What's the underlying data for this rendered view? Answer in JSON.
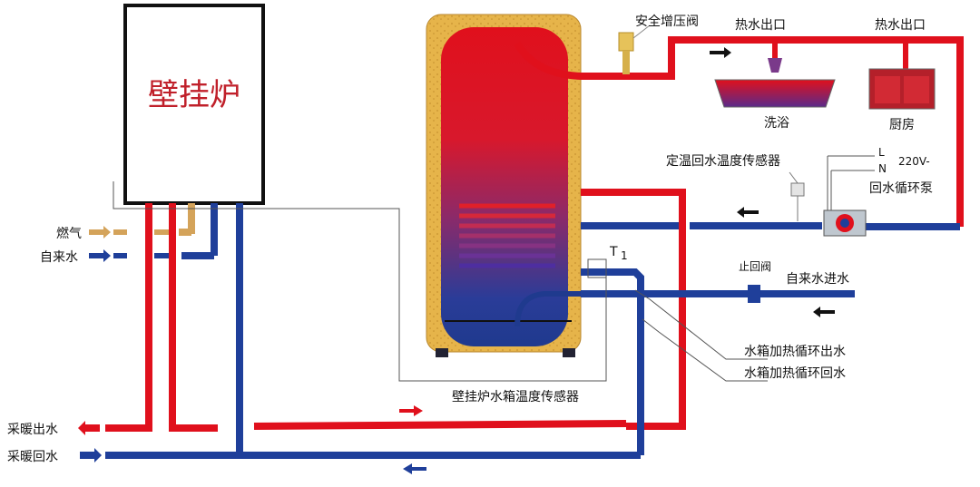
{
  "boiler": {
    "name": "壁挂炉"
  },
  "inputs": {
    "gas": "燃气",
    "tap_water": "自来水"
  },
  "heating": {
    "supply": "采暖出水",
    "return": "采暖回水"
  },
  "outlets": {
    "safety_valve": "安全增压阀",
    "hot_water_outlet_1": "热水出口",
    "hot_water_outlet_2": "热水出口",
    "bath": "洗浴",
    "kitchen": "厨房"
  },
  "circulation": {
    "return_temp_sensor": "定温回水温度传感器",
    "power_L": "L",
    "power_N": "N",
    "voltage": "220V-",
    "pump": "回水循环泵"
  },
  "tank": {
    "sensor_label": "T",
    "sensor_sub": "1",
    "cold_inlet": "自来水进水",
    "cold_inlet_valve": "止回阀",
    "heat_loop_out": "水箱加热循环出水",
    "heat_loop_return": "水箱加热循环回水",
    "boiler_tank_sensor": "壁挂炉水箱温度传感器"
  },
  "colors": {
    "hot": "#e0101c",
    "cold": "#1f3f9a",
    "gas": "#d4a35a",
    "insulation": "#e6b44a"
  }
}
